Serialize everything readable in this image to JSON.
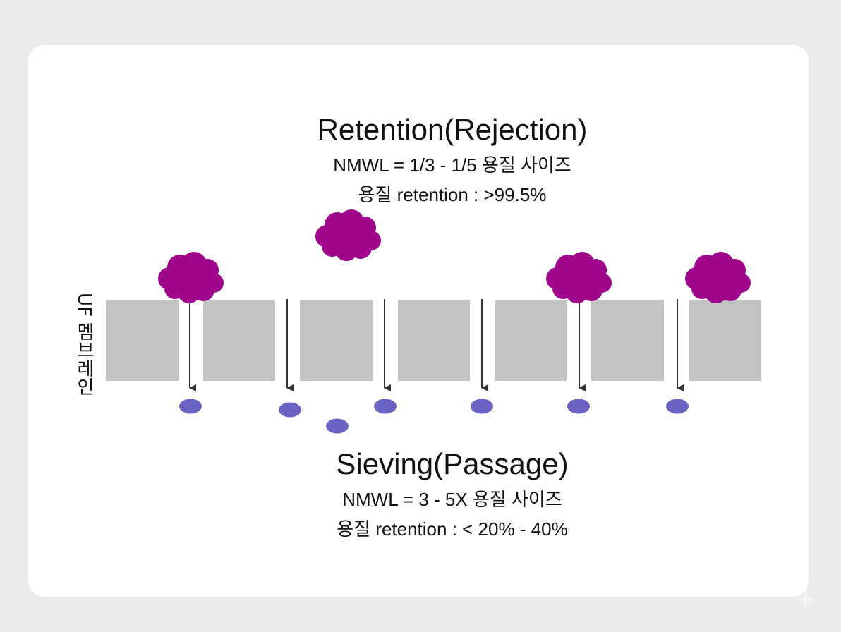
{
  "retention": {
    "title": "Retention(Rejection)",
    "line1": "NMWL = 1/3 - 1/5 용질 사이즈",
    "line2": "용질 retention : >99.5%"
  },
  "sieving": {
    "title": "Sieving(Passage)",
    "line1": "NMWL = 3 - 5X 용질 사이즈",
    "line2": "용질 retention : < 20% - 40%"
  },
  "membrane_label": "UF 멤브레인",
  "colors": {
    "membrane": "#c4c4c4",
    "large_solute": "#a0068c",
    "small_solute": "#6a63c4",
    "arrow": "#333333",
    "background": "#ebebeb",
    "card": "#ffffff"
  },
  "icons": [
    "large-solute-cloud",
    "small-solute-ellipse",
    "flow-arrow",
    "sparkle-icon"
  ]
}
